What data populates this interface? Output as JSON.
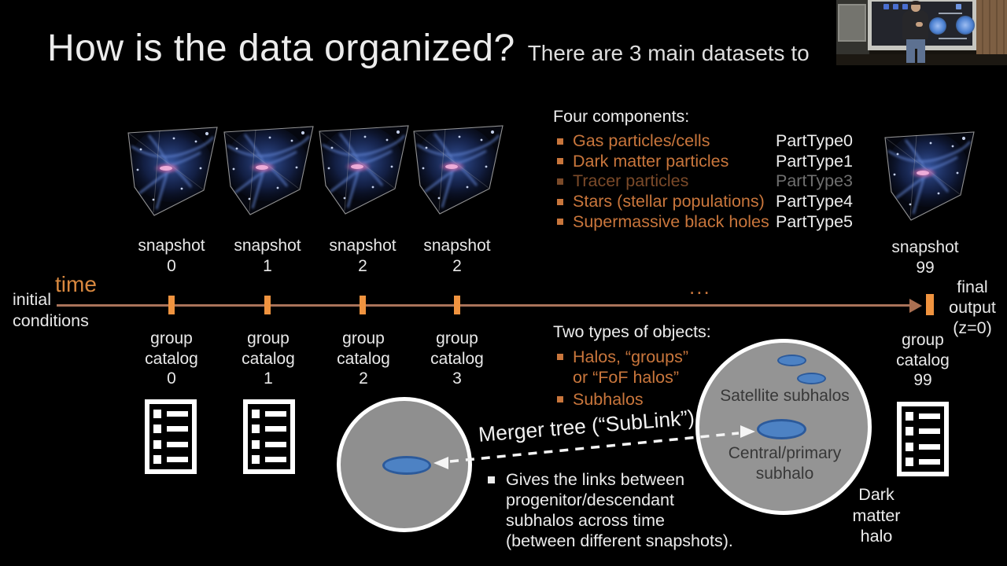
{
  "slide": {
    "title": "How is the data organized?",
    "subtitle": "There are 3 main datasets to",
    "colors": {
      "background": "#000000",
      "accent_orange": "#c9763c",
      "dim_orange": "#7b4a29",
      "tick_orange": "#f0933f",
      "timeline_line": "#a9735a",
      "halo_gray": "#929292",
      "subhalo_blue": "#4d82c4",
      "subhalo_border": "#2c5a9b",
      "dim_gray": "#707070"
    }
  },
  "components": {
    "heading": "Four components:",
    "items": [
      {
        "label": "Gas particles/cells",
        "parttype": "PartType0"
      },
      {
        "label": "Dark matter particles",
        "parttype": "PartType1"
      },
      {
        "label": "Tracer particles",
        "parttype": "PartType3"
      },
      {
        "label": "Stars (stellar populations)",
        "parttype": "PartType4"
      },
      {
        "label": "Supermassive black holes",
        "parttype": "PartType5"
      }
    ]
  },
  "snapshots": {
    "items": [
      {
        "word": "snapshot",
        "number": "0"
      },
      {
        "word": "snapshot",
        "number": "1"
      },
      {
        "word": "snapshot",
        "number": "2"
      },
      {
        "word": "snapshot",
        "number": "2"
      }
    ],
    "final": {
      "word": "snapshot",
      "number": "99"
    }
  },
  "timeline": {
    "axis_label": "time",
    "start_lines": [
      "initial",
      "conditions"
    ],
    "ellipsis": "...",
    "end_lines": [
      "final",
      "output",
      "(z=0)"
    ]
  },
  "catalogs": {
    "items": [
      {
        "line1": "group",
        "line2": "catalog",
        "number": "0"
      },
      {
        "line1": "group",
        "line2": "catalog",
        "number": "1"
      },
      {
        "line1": "group",
        "line2": "catalog",
        "number": "2"
      },
      {
        "line1": "group",
        "line2": "catalog",
        "number": "3"
      }
    ],
    "final": {
      "line1": "group",
      "line2": "catalog",
      "number": "99"
    }
  },
  "objects": {
    "heading": "Two types of objects:",
    "item1_lines": [
      "Halos, “groups”",
      "or “FoF halos”"
    ],
    "item2_lines": [
      "Subhalos"
    ]
  },
  "merger": {
    "label": "Merger tree (“SubLink”)",
    "bullet_lines": [
      "Gives the links between",
      "progenitor/descendant",
      "subhalos across time",
      "(between different snapshots)."
    ]
  },
  "halo": {
    "satellite_label": "Satellite subhalos",
    "central_lines": [
      "Central/primary",
      "subhalo"
    ],
    "dm_lines": [
      "Dark",
      "matter",
      "halo"
    ]
  }
}
